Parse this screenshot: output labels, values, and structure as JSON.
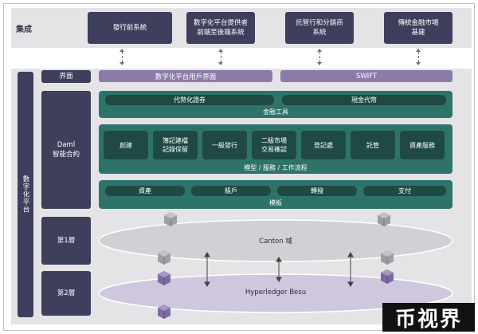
{
  "top": {
    "label": "集成",
    "boxes": [
      "發行前系統",
      "數字化平台提供者\n前端至後端系統",
      "託管行和分銷商\n系統",
      "傳統金融市場\n基建"
    ]
  },
  "platform": {
    "label": "數字化平台"
  },
  "interface": {
    "label": "界面",
    "user_interface": "數字化平台用戶界面",
    "swift": "SWIFT"
  },
  "daml": {
    "label": "Daml\n智能合約",
    "financial_tools": {
      "items": [
        "代幣化證券",
        "現金代幣"
      ],
      "caption": "金融工具"
    },
    "models": {
      "items": [
        "創建",
        "簿記建檔\n記錄保留",
        "一級發行",
        "二級市場\n交易確認",
        "登記處",
        "託管",
        "資產服務"
      ],
      "caption": "模型 / 服務 / 工作流程"
    },
    "templates": {
      "items": [
        "資產",
        "賬戶",
        "轉撥",
        "支付"
      ],
      "caption": "模板"
    }
  },
  "layers": {
    "layer1": {
      "label": "第1層",
      "network": "Canton 域"
    },
    "layer2": {
      "label": "第2層",
      "network": "Hyperledger Besu"
    }
  },
  "logo": {
    "text": "币视界"
  },
  "colors": {
    "navy": "#3d3f5c",
    "purple": "#8b7ba8",
    "teal": "#2e7369",
    "teal_dark": "#1f4a44",
    "panel_gray": "#e4e4e6"
  }
}
